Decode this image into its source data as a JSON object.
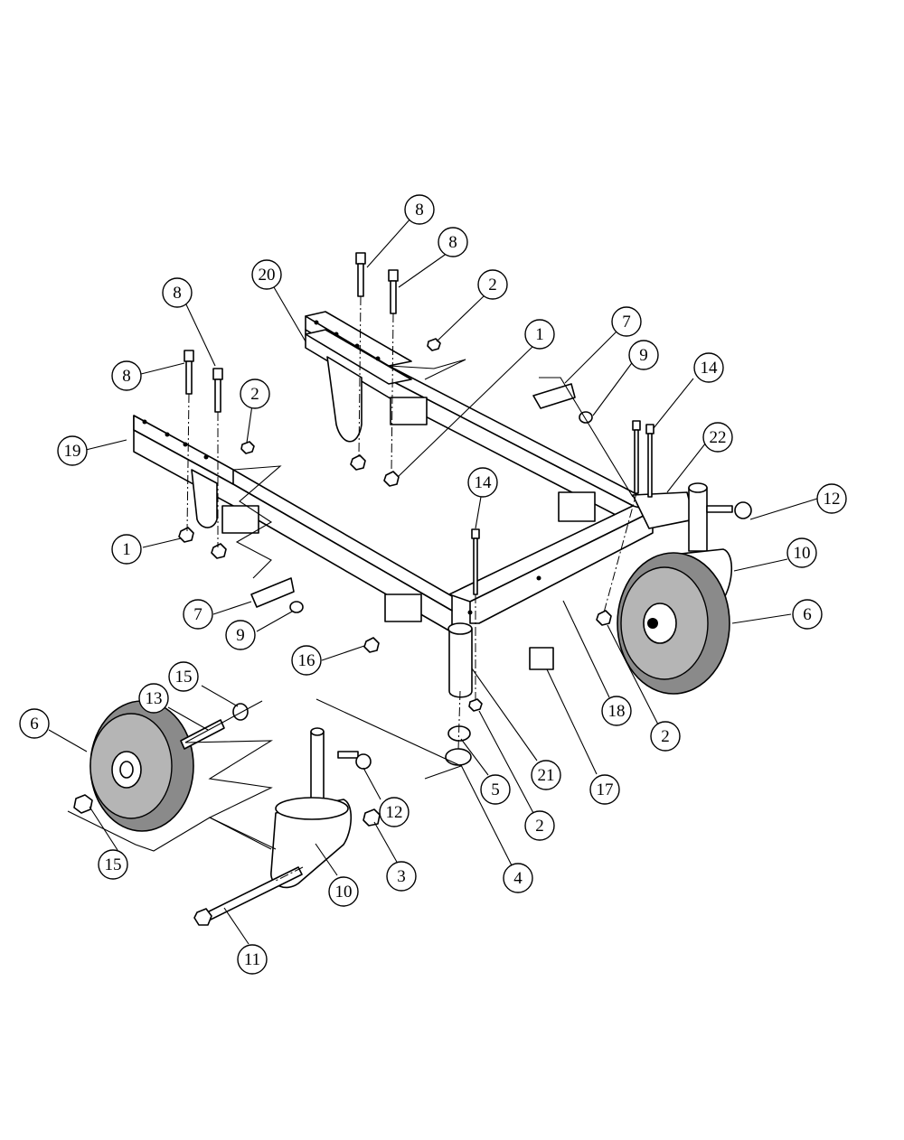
{
  "balloons": [
    {
      "label": "8"
    },
    {
      "label": "8"
    },
    {
      "label": "20"
    },
    {
      "label": "2"
    },
    {
      "label": "1"
    },
    {
      "label": "7"
    },
    {
      "label": "9"
    },
    {
      "label": "14"
    },
    {
      "label": "8"
    },
    {
      "label": "8"
    },
    {
      "label": "2"
    },
    {
      "label": "19"
    },
    {
      "label": "22"
    },
    {
      "label": "12"
    },
    {
      "label": "14"
    },
    {
      "label": "1"
    },
    {
      "label": "10"
    },
    {
      "label": "6"
    },
    {
      "label": "7"
    },
    {
      "label": "9"
    },
    {
      "label": "16"
    },
    {
      "label": "18"
    },
    {
      "label": "2"
    },
    {
      "label": "15"
    },
    {
      "label": "13"
    },
    {
      "label": "6"
    },
    {
      "label": "5"
    },
    {
      "label": "21"
    },
    {
      "label": "17"
    },
    {
      "label": "12"
    },
    {
      "label": "15"
    },
    {
      "label": "2"
    },
    {
      "label": "3"
    },
    {
      "label": "4"
    },
    {
      "label": "10"
    },
    {
      "label": "11"
    }
  ]
}
